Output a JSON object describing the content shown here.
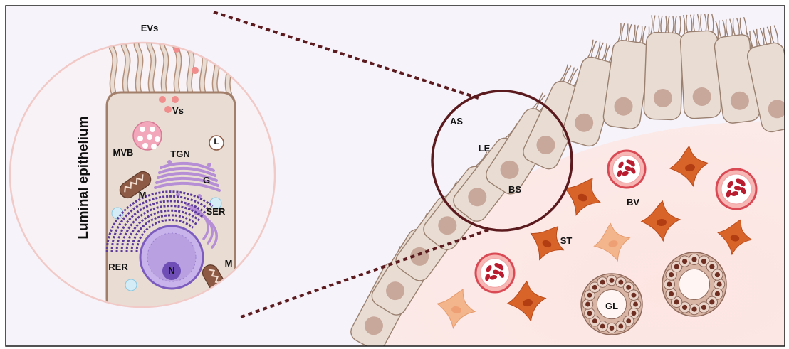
{
  "title": "Luminal epithelium",
  "colors": {
    "frame_border": "#1a1a1a",
    "panel_bg": "#f6f3fa",
    "cell_fill": "#e9ddd3",
    "cell_stroke": "#9a8070",
    "nucleus": "#c9a89c",
    "zoom_ring": "#5a1a1e",
    "stroma": "#fbe7e5",
    "stromal_cell": "#d9642a",
    "blood_vessel": "#e0404a",
    "gland": "#9e6e60",
    "golgi": "#b58ed6",
    "er": "#6b4aa8",
    "mito": "#8c5a45",
    "mvb": "#e58aa4"
  },
  "cell_labels": {
    "evs": "EVs",
    "vs": "Vs",
    "mvb": "MVB",
    "l": "L",
    "tgn": "TGN",
    "g": "G",
    "m_top": "M",
    "ser": "SER",
    "rer": "RER",
    "n": "N",
    "m_bottom": "M"
  },
  "tissue_labels": {
    "as": "AS",
    "le": "LE",
    "bs": "BS",
    "bv": "BV",
    "st": "ST",
    "gl": "GL"
  }
}
